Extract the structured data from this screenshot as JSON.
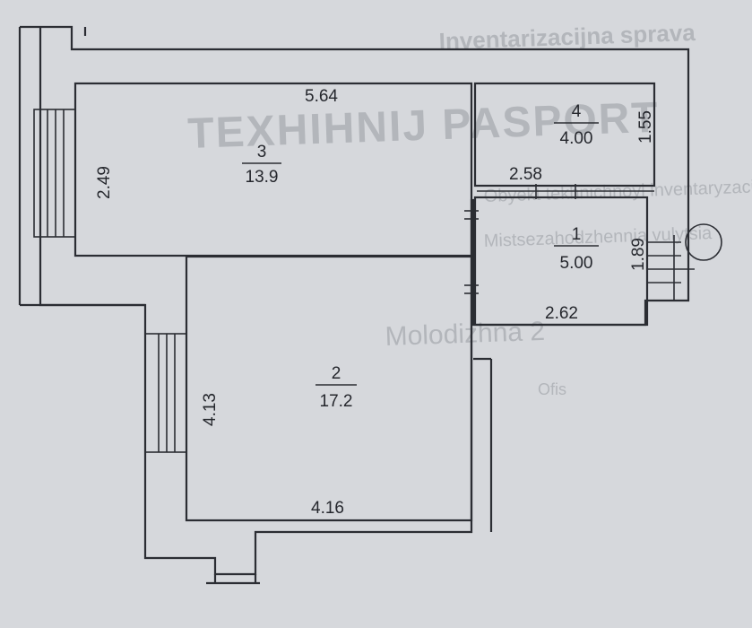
{
  "background_print": {
    "line1": "Inventarizacijna sprava",
    "line2": "TEXHIHNIJ PASPORT",
    "line3": "Obyekt tekhnichnoyi inventaryzaciyi (budivlia)",
    "line4": "Mistsezahodzhennia vulytsia",
    "line5": "Ofis",
    "line6": "Molodizhna 2"
  },
  "rooms": [
    {
      "id": "room-1",
      "number": "1",
      "area": "5.00"
    },
    {
      "id": "room-2",
      "number": "2",
      "area": "17.2"
    },
    {
      "id": "room-3",
      "number": "3",
      "area": "13.9"
    },
    {
      "id": "room-4",
      "number": "4",
      "area": "4.00"
    }
  ],
  "dimensions": {
    "room3_width": "5.64",
    "room3_depth": "2.49",
    "room4_depth": "1.55",
    "room4_width": "2.58",
    "room1_depth": "1.89",
    "room1_width": "2.62",
    "room2_depth": "4.13",
    "room2_width": "4.16"
  },
  "colors": {
    "paper": "#d6d8dc",
    "ink": "#2b2d33",
    "faded_print": "#b3b6bb"
  }
}
